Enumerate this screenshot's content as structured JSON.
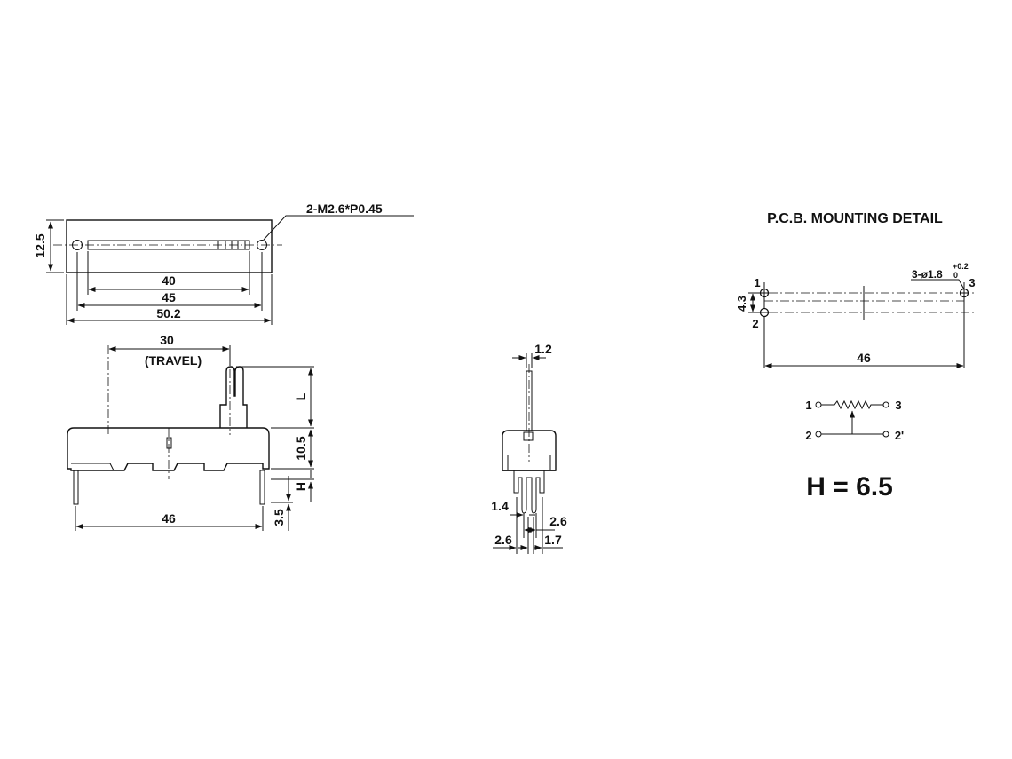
{
  "top_view": {
    "dim_height": "12.5",
    "dim_40": "40",
    "dim_45": "45",
    "dim_50_2": "50.2",
    "thread_note": "2-M2.6*P0.45"
  },
  "front_view": {
    "dim_travel": "30",
    "travel_label": "(TRAVEL)",
    "dim_L": "L",
    "dim_10_5": "10.5",
    "dim_H": "H",
    "dim_3_5": "3.5",
    "dim_46": "46"
  },
  "side_view": {
    "dim_1_2": "1.2",
    "dim_1_4": "1.4",
    "dim_2_6_right": "2.6",
    "dim_2_6_left": "2.6",
    "dim_1_7": "1.7"
  },
  "pcb": {
    "title": "P.C.B. MOUNTING DETAIL",
    "hole_note": "3-ø1.8",
    "tolerance": "+0.2\n-0",
    "tol_plus": "+0.2",
    "tol_minus": "0",
    "pin_1": "1",
    "pin_2": "2",
    "pin_3": "3",
    "dim_4_3": "4.3",
    "dim_46": "46"
  },
  "schematic": {
    "pin_1": "1",
    "pin_3": "3",
    "pin_2": "2",
    "pin_2p": "2'"
  },
  "h_value": "H = 6.5",
  "colors": {
    "ink": "#111111",
    "background": "#ffffff"
  }
}
